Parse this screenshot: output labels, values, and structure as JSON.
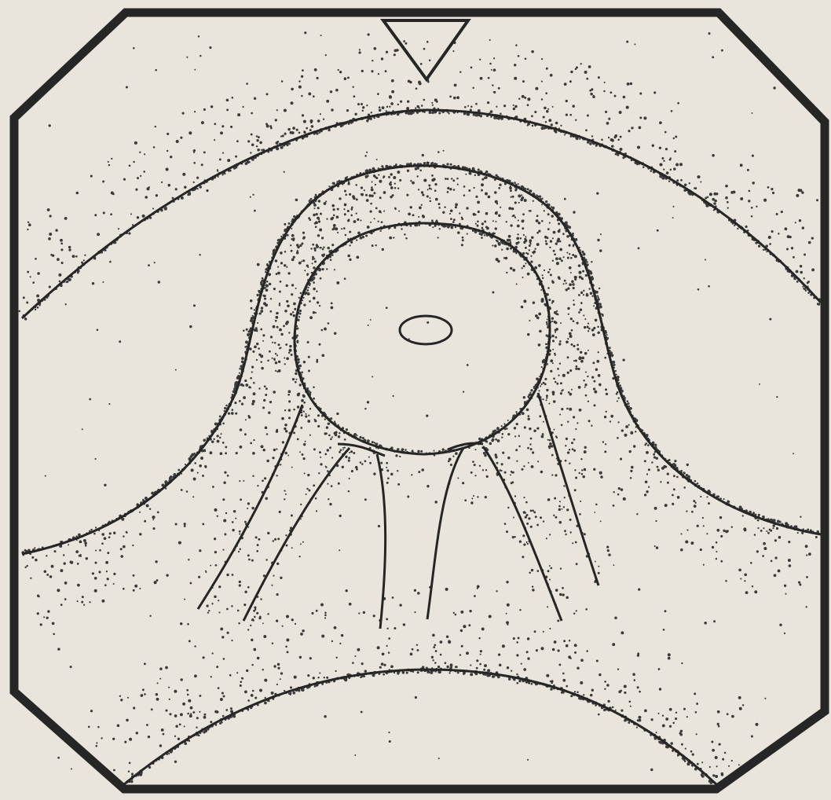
{
  "diagram": {
    "style": "stippled line drawing",
    "colors": {
      "paper": "#e9e5dc",
      "ink": "#262626",
      "dots": "#3a3a3a"
    },
    "shapes": [
      "octagonal-frame",
      "marker-triangle",
      "upper-arc-band",
      "arch-contour",
      "central-circle",
      "inner-oval",
      "radiating-lines",
      "bottom-arc"
    ]
  }
}
